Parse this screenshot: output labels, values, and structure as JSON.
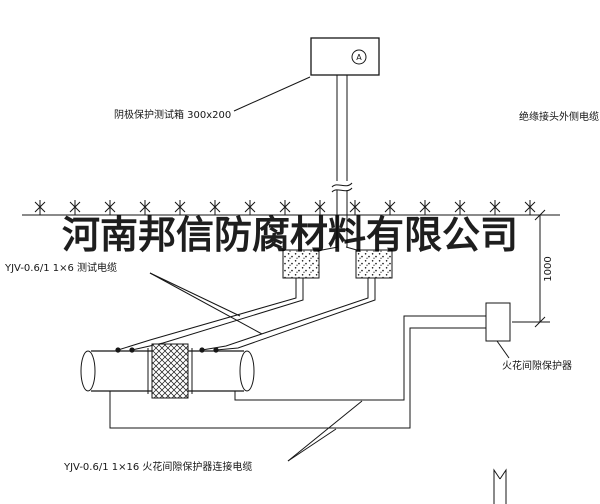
{
  "diagram": {
    "watermark": "河南邦信防腐材料有限公司",
    "labels": {
      "test_box": "阴极保护测试箱 300x200",
      "insulated_joint_cable": "绝缘接头外侧电缆",
      "test_cable": "YJV-0.6/1 1×6 测试电缆",
      "spark_protector": "火花间隙保护器",
      "spark_cable": "YJV-0.6/1 1×16 火花间隙保护器连接电缆",
      "dimension_1000": "1000",
      "ammeter": "A"
    },
    "colors": {
      "line": "#161616",
      "background": "#ffffff",
      "watermark": "#000000"
    }
  }
}
